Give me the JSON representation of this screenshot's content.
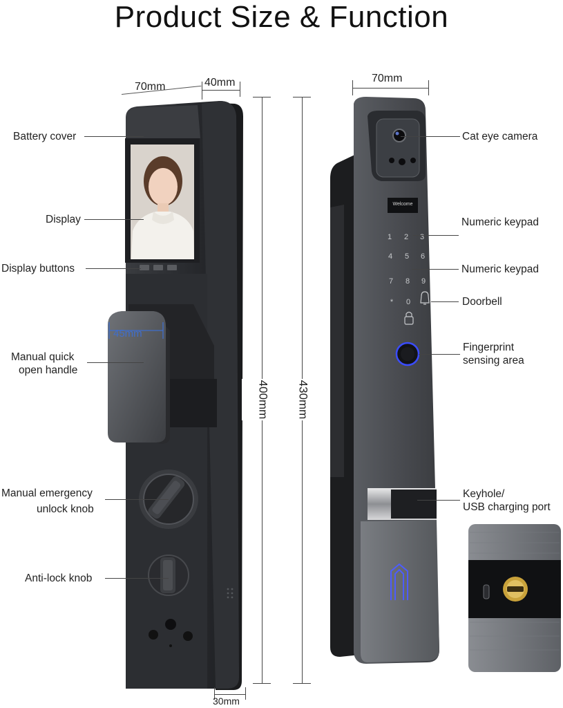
{
  "title": "Product Size & Function",
  "dimensions": {
    "width_front": "70mm",
    "depth": "40mm",
    "width_back": "70mm",
    "handle": "45mm",
    "height_body": "400mm",
    "height_total": "430mm",
    "bottom": "30mm"
  },
  "left_labels": {
    "battery_cover": "Battery cover",
    "display": "Display",
    "display_buttons": "Display buttons",
    "manual_quick_open_handle_1": "Manual quick",
    "manual_quick_open_handle_2": "open handle",
    "manual_emergency_1": "Manual emergency",
    "manual_emergency_2": "unlock knob",
    "anti_lock_knob": "Anti-lock knob"
  },
  "right_labels": {
    "cat_eye_camera": "Cat eye camera",
    "numeric_keypad_1": "Numeric keypad",
    "numeric_keypad_2": "Numeric keypad",
    "doorbell": "Doorbell",
    "fingerprint_1": "Fingerprint",
    "fingerprint_2": "sensing area",
    "keyhole_1": "Keyhole/",
    "keyhole_2": "USB charging port"
  },
  "lock_screen": {
    "welcome": "Welcome"
  },
  "keypad_keys": [
    "1",
    "2",
    "3",
    "4",
    "5",
    "6",
    "7",
    "8",
    "9",
    "*",
    "0",
    "#"
  ],
  "colors": {
    "body_dark": "#2b2d31",
    "body_mid": "#4a4d52",
    "panel_light": "#6b6e73",
    "fingerprint_ring": "#3a4cff",
    "keyhole_gold": "#c9a23a"
  }
}
